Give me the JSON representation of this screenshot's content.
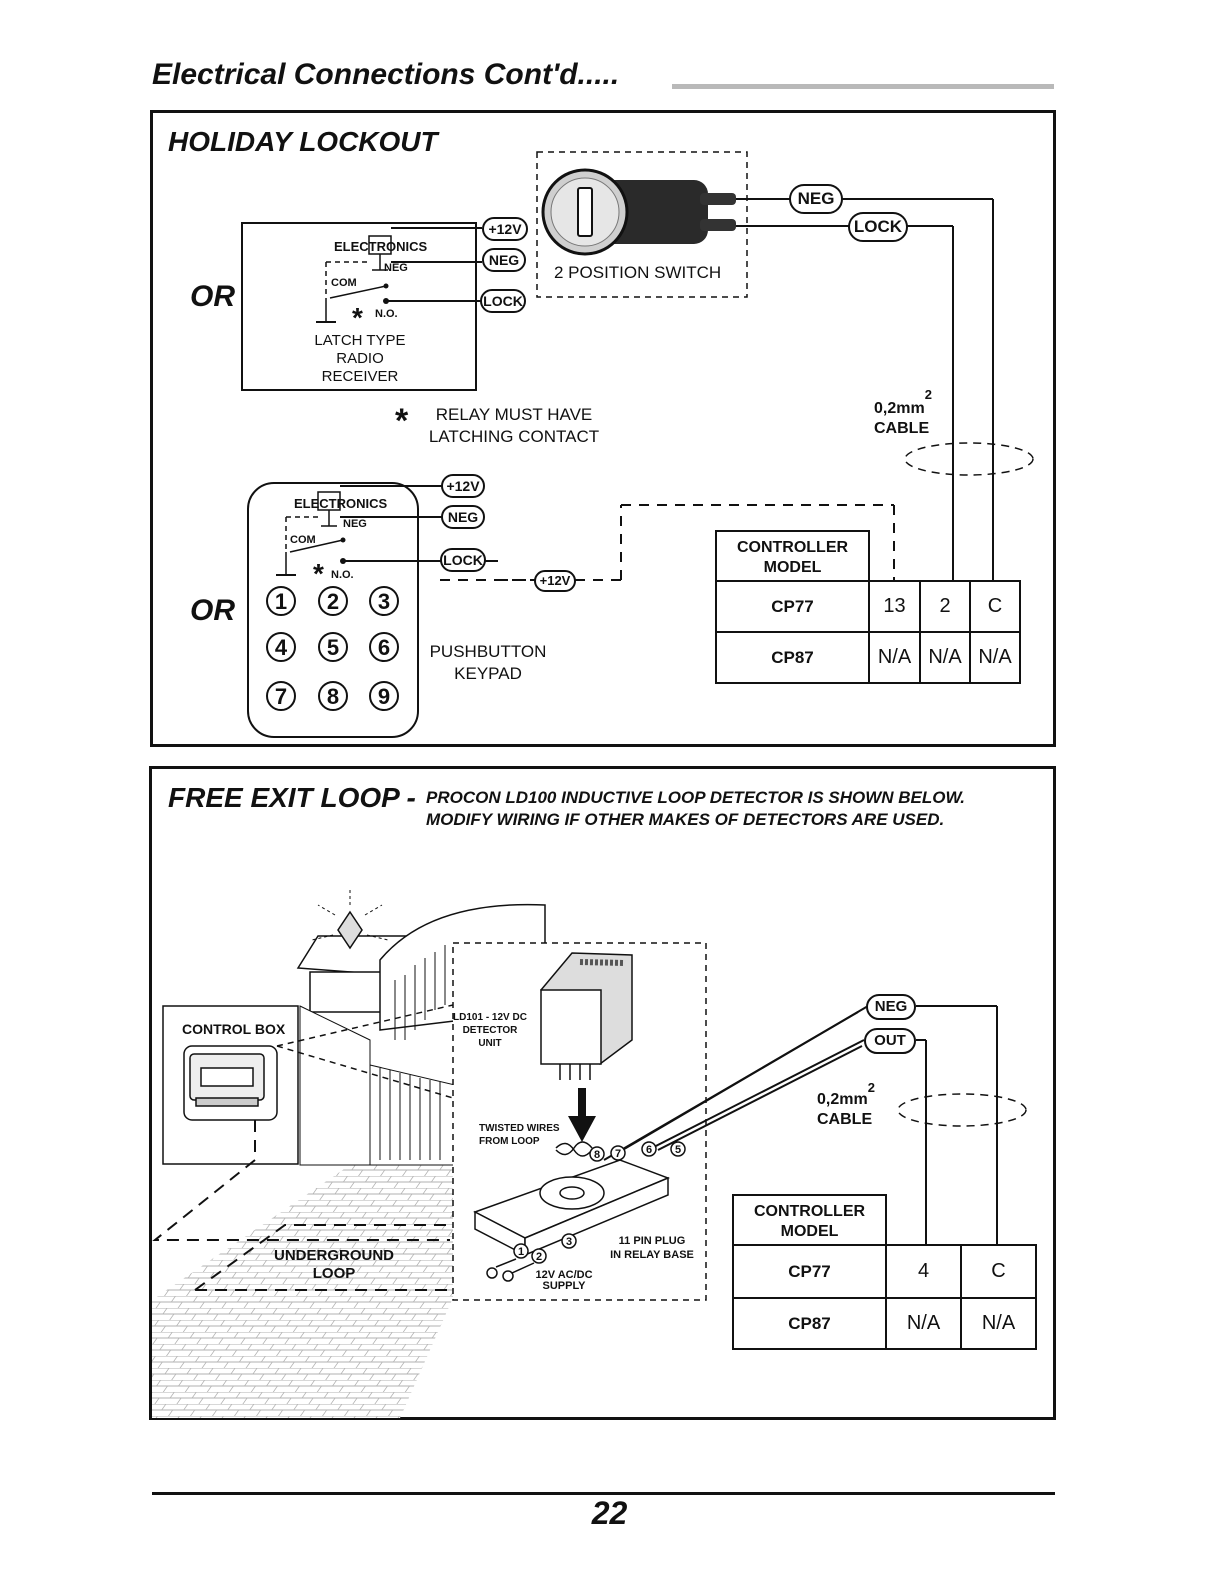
{
  "page": {
    "title": "Electrical Connections Cont'd.....",
    "page_number": "22"
  },
  "holiday": {
    "title": "HOLIDAY LOCKOUT",
    "or_1": "OR",
    "or_2": "OR",
    "switch_label": "2 POSITION SWITCH",
    "neg": "NEG",
    "lock": "LOCK",
    "receiver": {
      "electronics": "ELECTRONICS",
      "neg": "NEG",
      "com": "COM",
      "no": "N.O.",
      "plus12": "+12V",
      "neg_term": "NEG",
      "lock_term": "LOCK",
      "caption_1": "LATCH TYPE",
      "caption_2": "RADIO",
      "caption_3": "RECEIVER"
    },
    "relay_note_1": "RELAY MUST HAVE",
    "relay_note_2": "LATCHING CONTACT",
    "asterisk": "*",
    "cable_1": "0,2mm",
    "cable_sup": "2",
    "cable_2": "CABLE",
    "keypad": {
      "electronics": "ELECTRONICS",
      "neg": "NEG",
      "com": "COM",
      "no": "N.O.",
      "plus12": "+12V",
      "neg_term": "NEG",
      "lock_term": "LOCK",
      "plus12_ext": "+12V",
      "keys": [
        "1",
        "2",
        "3",
        "4",
        "5",
        "6",
        "7",
        "8",
        "9"
      ],
      "caption_1": "PUSHBUTTON",
      "caption_2": "KEYPAD"
    },
    "table": {
      "header": "CONTROLLER MODEL",
      "rows": [
        {
          "model": "CP77",
          "cells": [
            "13",
            "2",
            "C"
          ]
        },
        {
          "model": "CP87",
          "cells": [
            "N/A",
            "N/A",
            "N/A"
          ]
        }
      ]
    }
  },
  "free_exit": {
    "title": "FREE EXIT LOOP -",
    "desc_1": "PROCON LD100 INDUCTIVE LOOP DETECTOR IS SHOWN BELOW.",
    "desc_2": "MODIFY WIRING IF OTHER MAKES OF DETECTORS ARE USED.",
    "control_box": "CONTROL BOX",
    "detector_1": "LD101 - 12V DC",
    "detector_2": "DETECTOR",
    "detector_3": "UNIT",
    "twisted_1": "TWISTED WIRES",
    "twisted_2": "FROM LOOP",
    "plug_1": "11 PIN PLUG",
    "plug_2": "IN RELAY BASE",
    "supply_1": "12V AC/DC",
    "supply_2": "SUPPLY",
    "underground_1": "UNDERGROUND",
    "underground_2": "LOOP",
    "pins": [
      "8",
      "7",
      "6",
      "5",
      "1",
      "2",
      "3"
    ],
    "neg": "NEG",
    "out": "OUT",
    "cable_1": "0,2mm",
    "cable_sup": "2",
    "cable_2": "CABLE",
    "table": {
      "header": "CONTROLLER MODEL",
      "rows": [
        {
          "model": "CP77",
          "cells": [
            "4",
            "C"
          ]
        },
        {
          "model": "CP87",
          "cells": [
            "N/A",
            "N/A"
          ]
        }
      ]
    }
  }
}
